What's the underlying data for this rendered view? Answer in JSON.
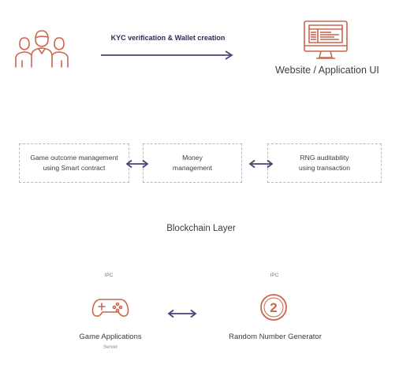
{
  "colors": {
    "accent": "#c9664f",
    "arrow": "#4a4478",
    "border": "#b8b8c2",
    "text": "#3b3b3b"
  },
  "top": {
    "users_icon": "users-group-icon",
    "kyc_label": "KYC verification & Wallet creation",
    "monitor_icon": "monitor-icon",
    "site_label": "Website / Application UI"
  },
  "boxes": {
    "game_outcome": "Game outcome management\nusing Smart contract",
    "money": "Money\nmanagement",
    "rng": "RNG auditability\nusing transaction"
  },
  "layer_label": "Blockchain Layer",
  "bottom": {
    "ipc_left": "IPC",
    "ipc_right": "IPC",
    "gamepad_icon": "gamepad-icon",
    "rng_icon": "number-two-circle-icon",
    "rng_icon_number": "2",
    "game_label": "Game Applications",
    "server_label": "Server",
    "rng_label": "Random Number Generator"
  }
}
